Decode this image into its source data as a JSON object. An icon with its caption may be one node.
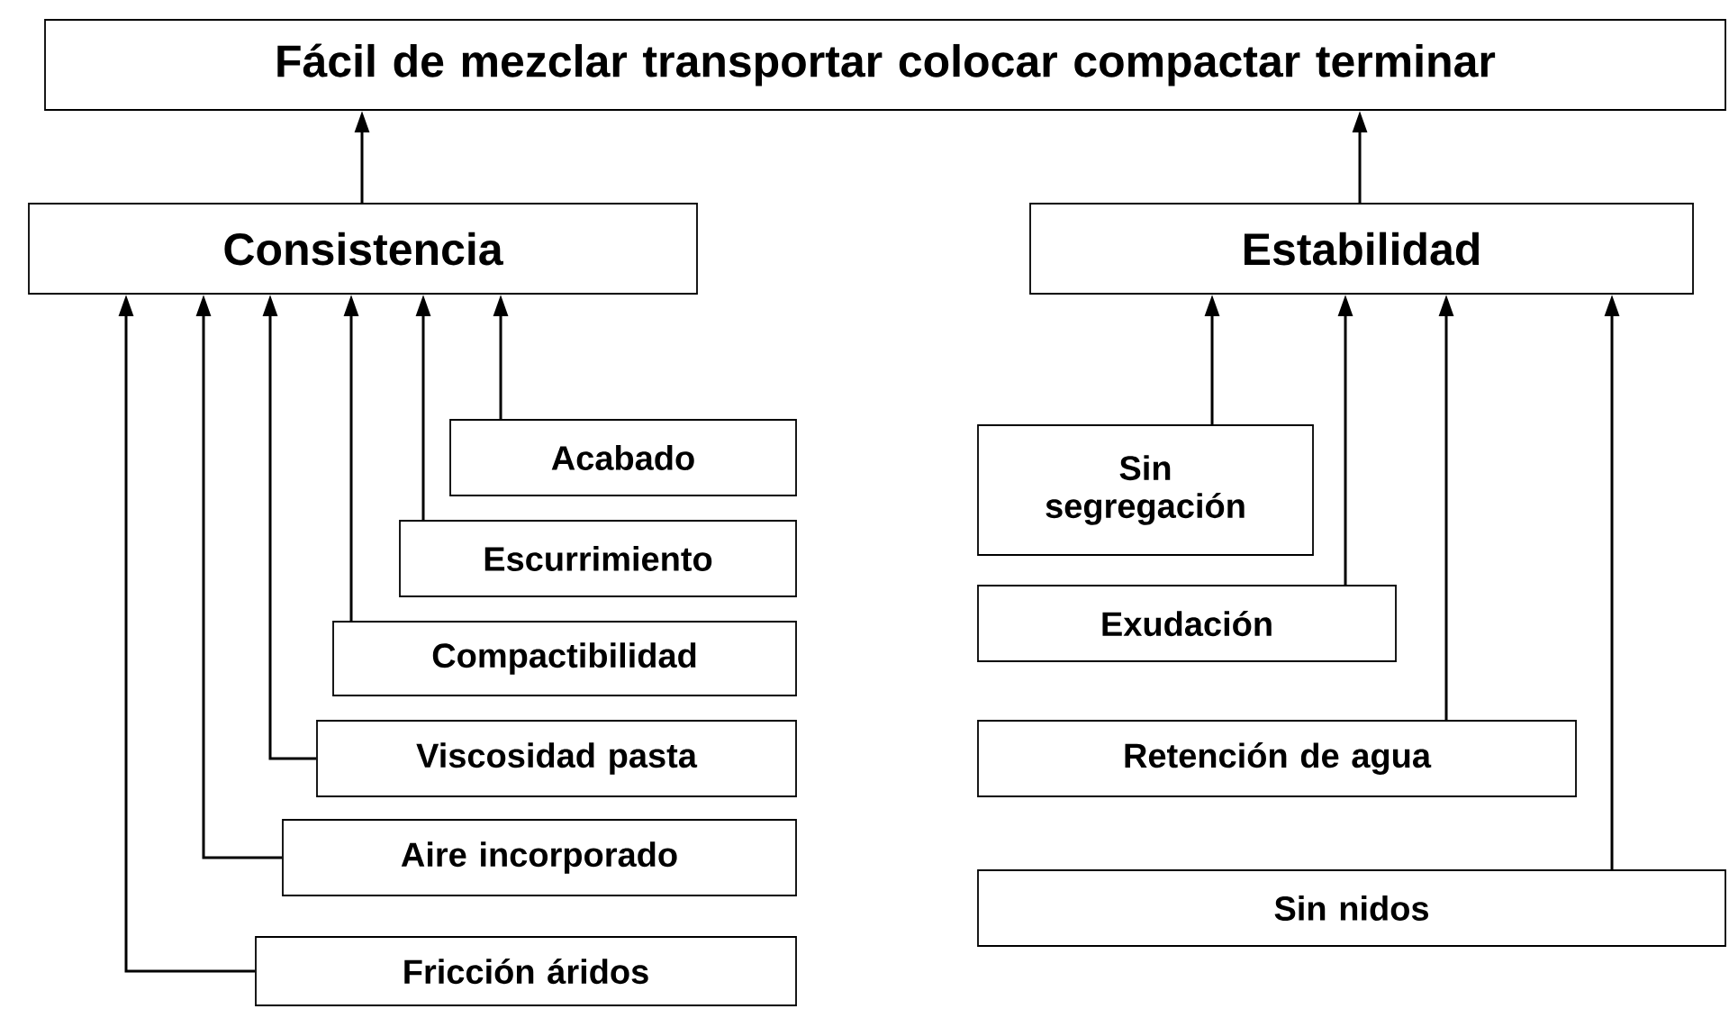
{
  "diagram": {
    "nodes": [
      {
        "text": [
          "Fácil de mezclar transportar colocar compactar terminar"
        ]
      },
      {
        "text": [
          "Consistencia"
        ]
      },
      {
        "text": [
          "Estabilidad"
        ]
      },
      {
        "text": [
          "Acabado"
        ]
      },
      {
        "text": [
          "Escurrimiento"
        ]
      },
      {
        "text": [
          "Compactibilidad"
        ]
      },
      {
        "text": [
          "Viscosidad pasta"
        ]
      },
      {
        "text": [
          "Aire incorporado"
        ]
      },
      {
        "text": [
          "Fricción áridos"
        ]
      },
      {
        "text": [
          "Sin segregación"
        ]
      },
      {
        "text": [
          "Exudación"
        ]
      },
      {
        "text": [
          "Retención de agua"
        ]
      },
      {
        "text": [
          "Sin nidos"
        ]
      }
    ],
    "edges": [
      {
        "from": 1,
        "to": 0,
        "arrow": "to"
      },
      {
        "from": 2,
        "to": 0,
        "arrow": "to"
      },
      {
        "from": 3,
        "to": 1,
        "arrow": "to"
      },
      {
        "from": 4,
        "to": 1,
        "arrow": "to"
      },
      {
        "from": 5,
        "to": 1,
        "arrow": "to"
      },
      {
        "from": 6,
        "to": 1,
        "arrow": "to"
      },
      {
        "from": 7,
        "to": 1,
        "arrow": "to"
      },
      {
        "from": 8,
        "to": 1,
        "arrow": "to"
      },
      {
        "from": 9,
        "to": 2,
        "arrow": "to"
      },
      {
        "from": 10,
        "to": 2,
        "arrow": "to"
      },
      {
        "from": 11,
        "to": 2,
        "arrow": "to"
      },
      {
        "from": 12,
        "to": 2,
        "arrow": "to"
      }
    ]
  }
}
